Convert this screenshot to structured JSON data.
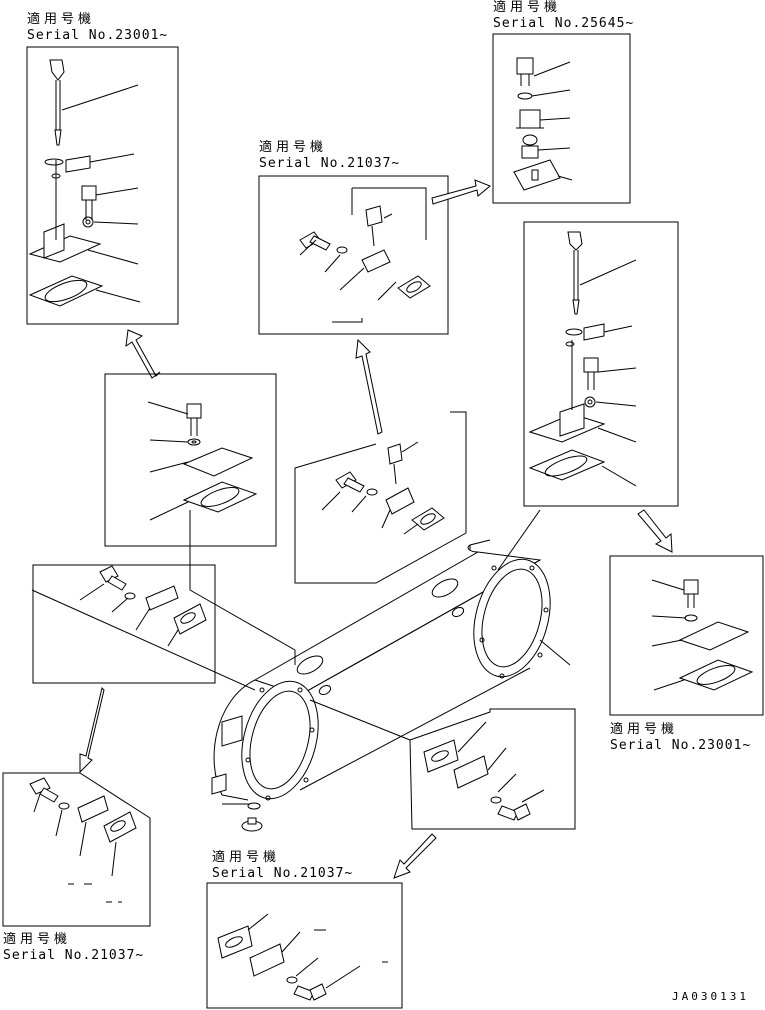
{
  "labels": {
    "top_left": {
      "ja": "適用号機",
      "serial": "Serial No.23001~"
    },
    "top_right": {
      "ja": "適用号機",
      "serial": "Serial No.25645~"
    },
    "upper_middle": {
      "ja": "適用号機",
      "serial": "Serial No.21037~"
    },
    "right_lower": {
      "ja": "適用号機",
      "serial": "Serial No.23001~"
    },
    "bottom_middle": {
      "ja": "適用号機",
      "serial": "Serial No.21037~"
    },
    "bottom_left": {
      "ja": "適用号機",
      "serial": "Serial No.21037~"
    }
  },
  "drawing_code": "JA030131"
}
